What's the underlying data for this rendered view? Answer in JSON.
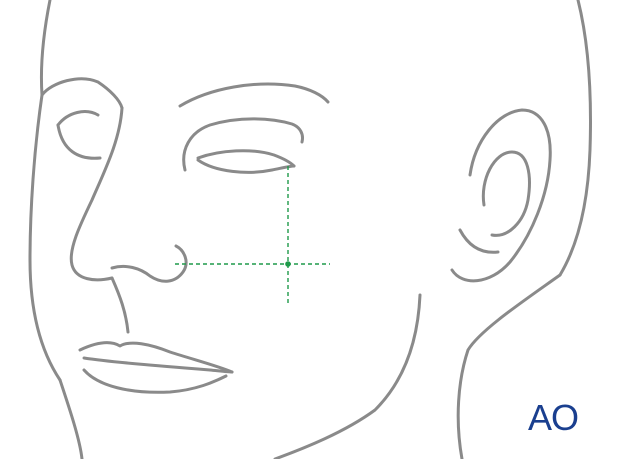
{
  "figure": {
    "type": "medical-line-illustration",
    "subject": "face-three-quarter-view",
    "colors": {
      "line": "#8a8a8a",
      "guide": "#1f9a4a",
      "logo": "#1a3f8f",
      "background": "#ffffff"
    },
    "landmark_guides": {
      "style": "dashed",
      "count": 2
    }
  },
  "logo": {
    "text": "AO"
  }
}
